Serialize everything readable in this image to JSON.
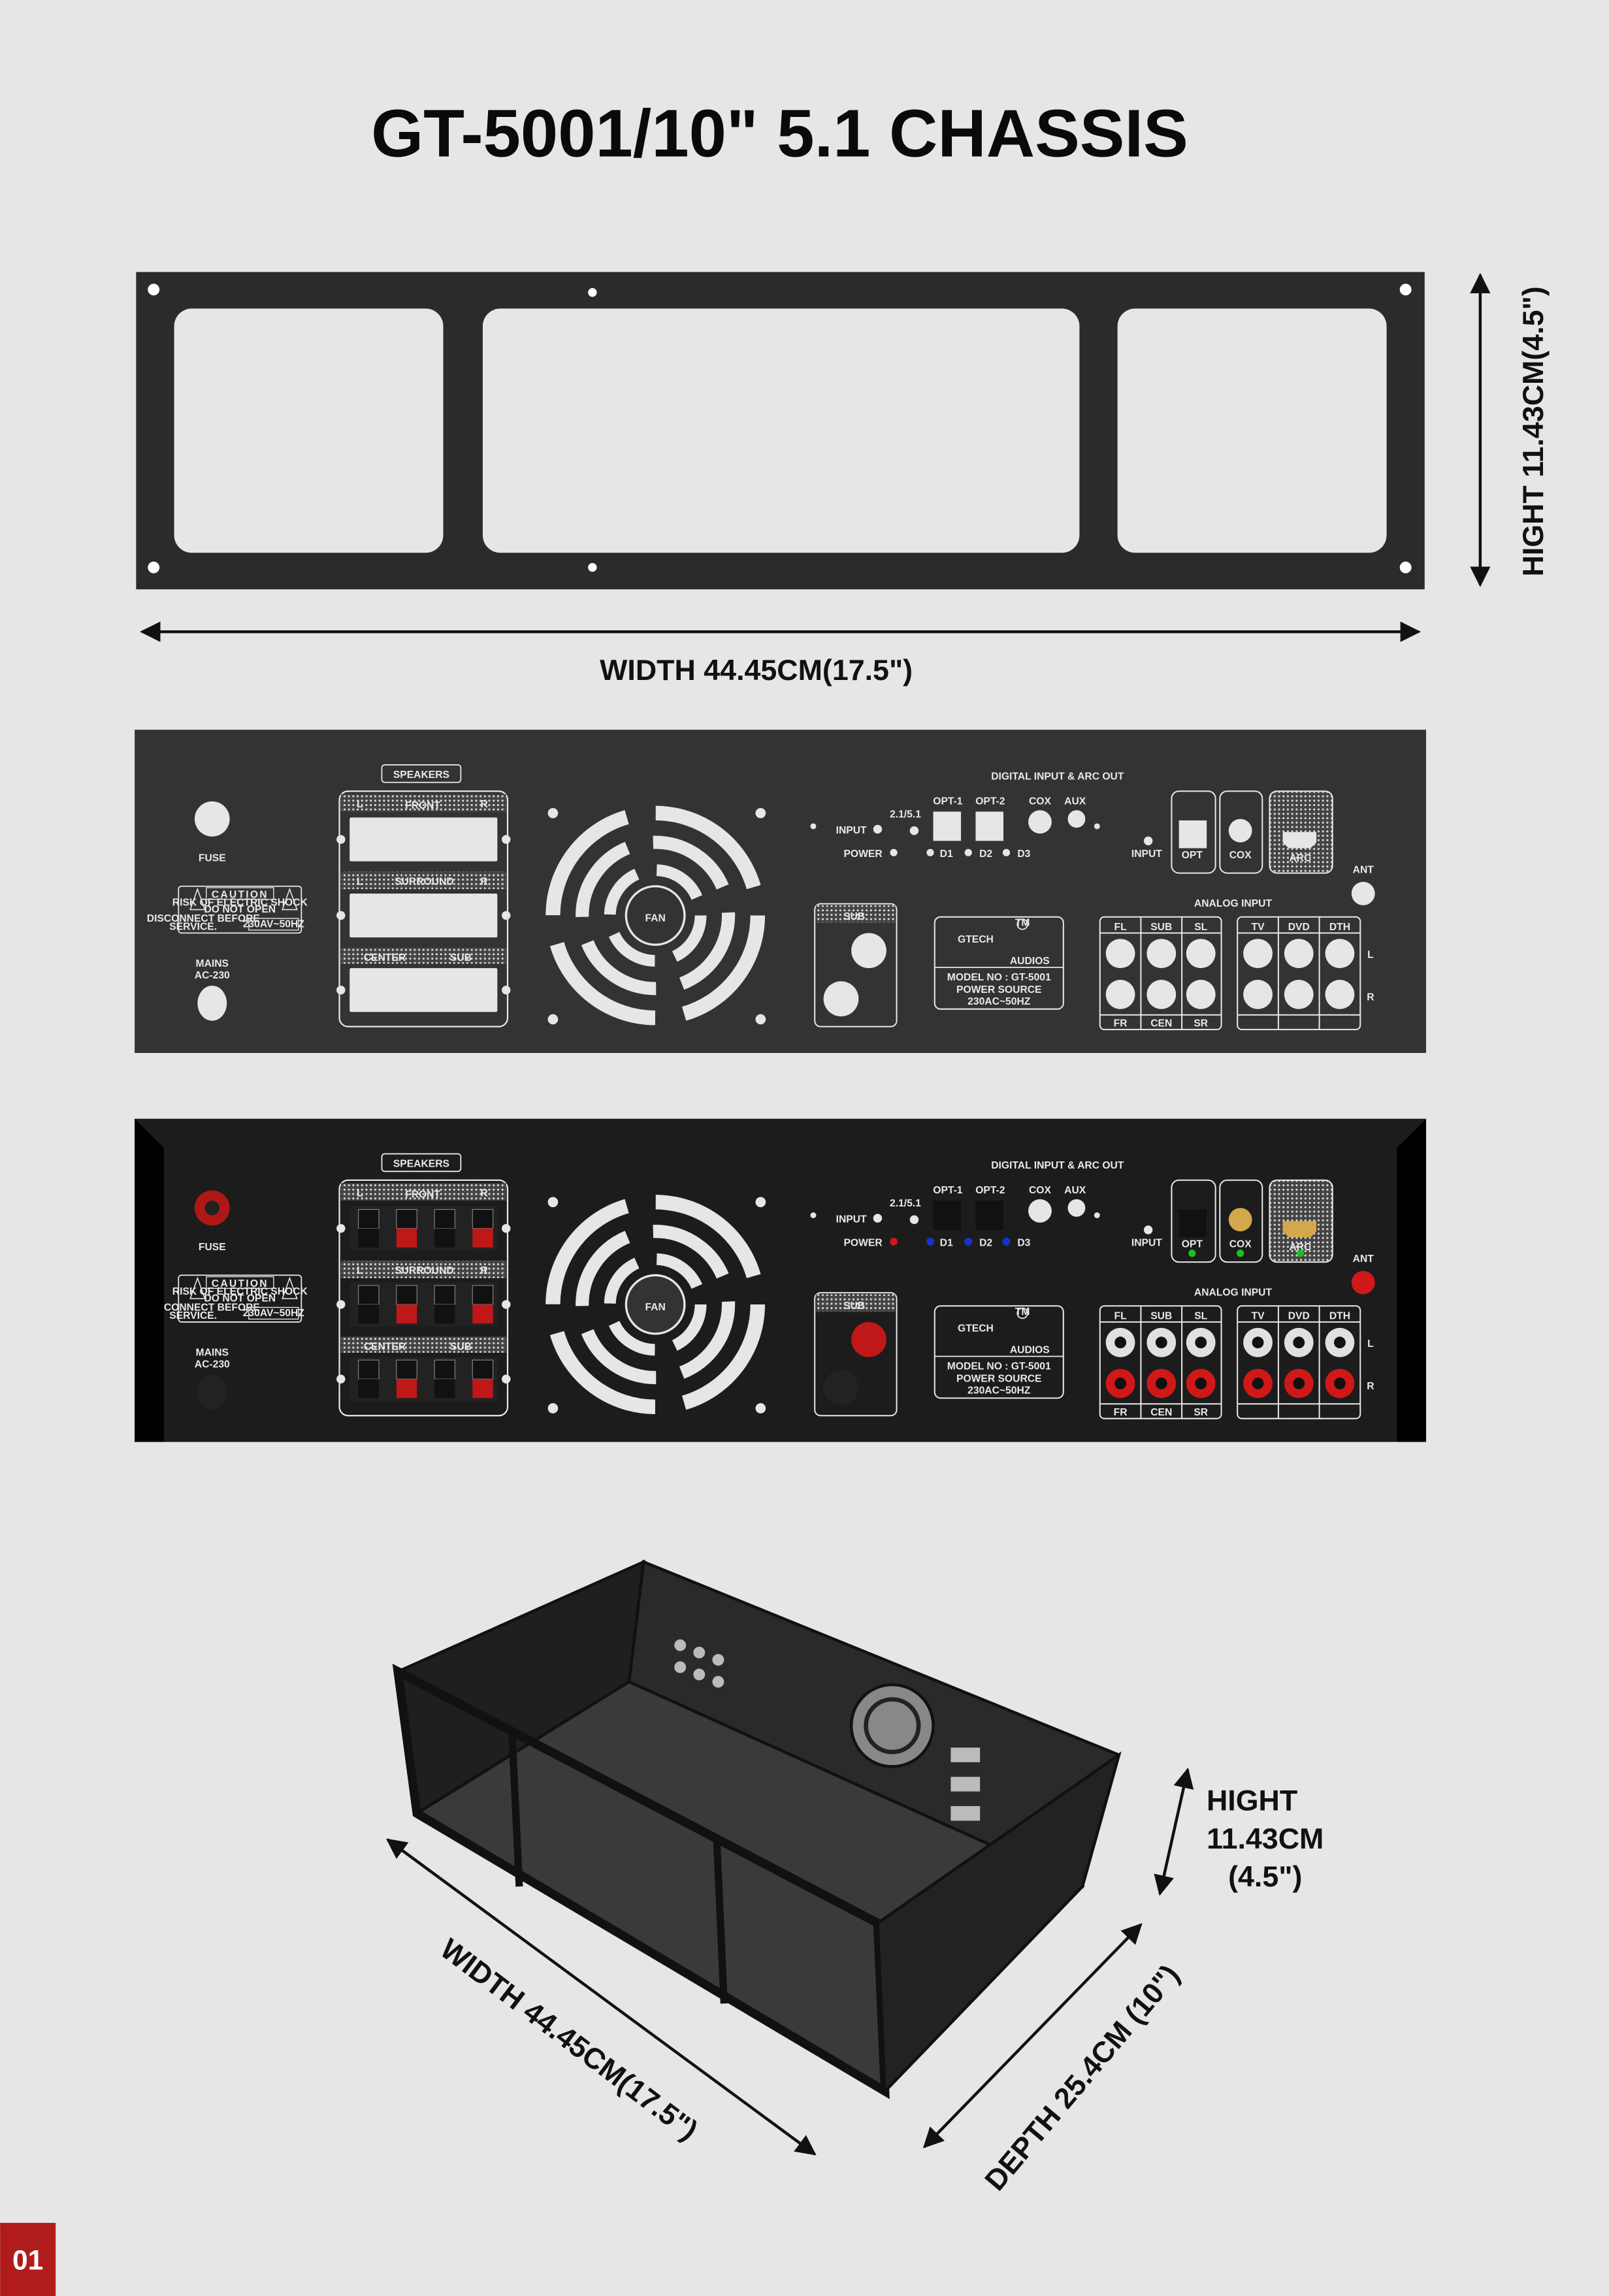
{
  "title": "GT-5001/10\" 5.1 CHASSIS",
  "front_panel": {
    "width_label": "WIDTH 44.45CM(17.5\")",
    "height_label": "HIGHT 11.43CM(4.5\")"
  },
  "rear_panel": {
    "fuse": "FUSE",
    "mains_1": "MAINS",
    "mains_2": "AC-230",
    "caution": {
      "title": "CAUTION",
      "line1": "RISK OF ELECTRIC SHOCK",
      "line2": "DO NOT OPEN",
      "disconnect_1": "DISCONNECT BEFORE",
      "disconnect_2": "SERVICE.",
      "rating": "230AV~50HZ"
    },
    "speakers": "SPEAKERS",
    "front": "FRONT",
    "surround": "SURROUND",
    "center": "CENTER",
    "sub": "SUB",
    "l": "L",
    "r": "R",
    "fan": "FAN",
    "digital_title": "DIGITAL INPUT & ARC OUT",
    "input": "INPUT",
    "power": "POWER",
    "mode": "2.1/5.1",
    "opt1": "OPT-1",
    "opt2": "OPT-2",
    "cox": "COX",
    "aux": "AUX",
    "d1": "D1",
    "d2": "D2",
    "d3": "D3",
    "opt": "OPT",
    "arc": "ARC",
    "ant": "ANT",
    "analog_title": "ANALOG INPUT",
    "brand_1": "GTECH",
    "brand_2": "AUDIOS",
    "tm": "TM",
    "model": "MODEL NO : GT-5001",
    "power_source": "POWER SOURCE",
    "power_rating": "230AC~50HZ",
    "analog_top": [
      "FL",
      "SUB",
      "SL"
    ],
    "analog_bottom": [
      "FR",
      "CEN",
      "SR"
    ],
    "sources": [
      "TV",
      "DVD",
      "DTH"
    ]
  },
  "chassis_3d": {
    "width_label": "WIDTH 44.45CM(17.5\")",
    "depth_label": "DEPTH 25.4CM (10\")",
    "height_1": "HIGHT",
    "height_2": "11.43CM",
    "height_3": "(4.5\")"
  },
  "colors": {
    "panel": "#333333",
    "accent": "#b01c1c",
    "cutout": "#e6e6e6"
  },
  "page_number": "01"
}
